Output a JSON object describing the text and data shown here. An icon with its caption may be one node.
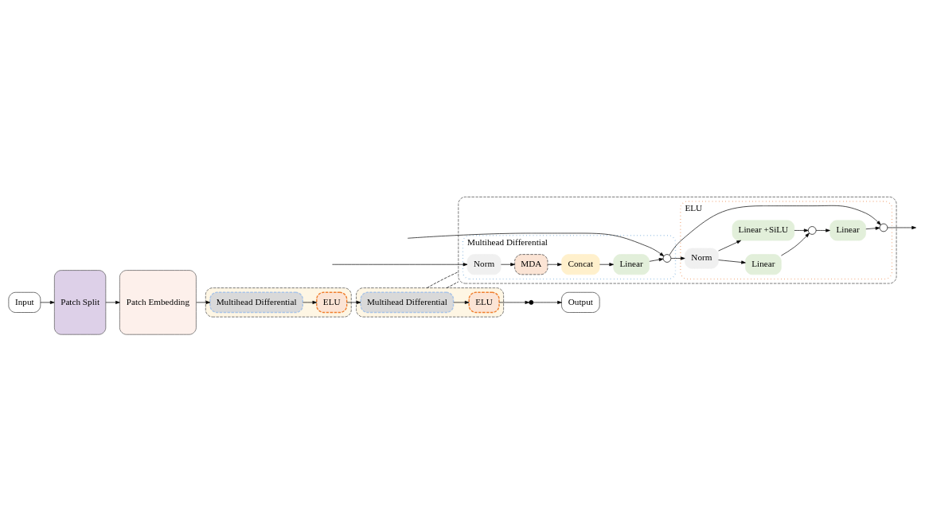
{
  "diagram": {
    "nodes": [
      {
        "text": [
          "Input"
        ]
      },
      {
        "text": [
          "Patch Split"
        ]
      },
      {
        "text": [
          "Patch Embedding"
        ]
      },
      {
        "text": [],
        "shape": "box"
      },
      {
        "text": [
          "Multihead Differential"
        ],
        "in": 3
      },
      {
        "text": [
          "ELU"
        ],
        "in": 3
      },
      {
        "text": [],
        "shape": "box"
      },
      {
        "text": [
          "Multihead Differential"
        ],
        "in": 6
      },
      {
        "text": [
          "ELU"
        ],
        "in": 6
      },
      {
        "text": [],
        "shape": "dots"
      },
      {
        "text": [
          "Output"
        ]
      },
      {
        "text": [],
        "shape": "box"
      },
      {
        "text": [
          "Multihead Differential"
        ],
        "in": 11
      },
      {
        "text": [
          "Norm"
        ],
        "in": 12
      },
      {
        "text": [
          "MDA"
        ],
        "in": 12
      },
      {
        "text": [
          "Concat"
        ],
        "in": 12
      },
      {
        "text": [
          "Linear"
        ],
        "in": 12
      },
      {
        "text": [],
        "shape": "circle",
        "in": 12
      },
      {
        "text": [
          "ELU"
        ],
        "in": 11
      },
      {
        "text": [
          "Norm"
        ],
        "in": 18
      },
      {
        "text": [
          "Linear"
        ],
        "in": 18
      },
      {
        "text": [
          "Linear +SiLU"
        ],
        "in": 18
      },
      {
        "text": [],
        "shape": "circle",
        "in": 18
      },
      {
        "text": [
          "Linear"
        ],
        "in": 18
      },
      {
        "text": [],
        "shape": "circle",
        "in": 18
      }
    ],
    "edges": [
      {
        "from": 0,
        "to": 1,
        "arrow": "to"
      },
      {
        "from": 1,
        "to": 2,
        "arrow": "to"
      },
      {
        "from": 2,
        "to": 4,
        "arrow": "to"
      },
      {
        "from": 4,
        "to": 5,
        "arrow": "to"
      },
      {
        "from": 5,
        "to": 7,
        "arrow": "to"
      },
      {
        "from": 7,
        "to": 8,
        "arrow": "to"
      },
      {
        "from": 8,
        "to": 9,
        "arrow": "to"
      },
      {
        "from": 9,
        "to": 10,
        "arrow": "to"
      },
      {
        "from": 6,
        "to": 11,
        "arrow": "none",
        "style": "dashed"
      },
      {
        "from": 6,
        "to": 11,
        "arrow": "none",
        "style": "dashed"
      },
      {
        "from": null,
        "to": 13,
        "arrow": "to"
      },
      {
        "from": null,
        "to": 17,
        "arrow": "to"
      },
      {
        "from": 13,
        "to": 14,
        "arrow": "to"
      },
      {
        "from": 14,
        "to": 15,
        "arrow": "to"
      },
      {
        "from": 15,
        "to": 16,
        "arrow": "to"
      },
      {
        "from": 16,
        "to": 17,
        "arrow": "to"
      },
      {
        "from": 17,
        "to": 19,
        "arrow": "to"
      },
      {
        "from": 17,
        "to": 24,
        "arrow": "to"
      },
      {
        "from": 19,
        "to": 20,
        "arrow": "to"
      },
      {
        "from": 19,
        "to": 21,
        "arrow": "to"
      },
      {
        "from": 20,
        "to": 22,
        "arrow": "to"
      },
      {
        "from": 21,
        "to": 22,
        "arrow": "to"
      },
      {
        "from": 22,
        "to": 23,
        "arrow": "to"
      },
      {
        "from": 23,
        "to": 24,
        "arrow": "to"
      },
      {
        "from": 24,
        "to": null,
        "arrow": "to"
      }
    ]
  }
}
